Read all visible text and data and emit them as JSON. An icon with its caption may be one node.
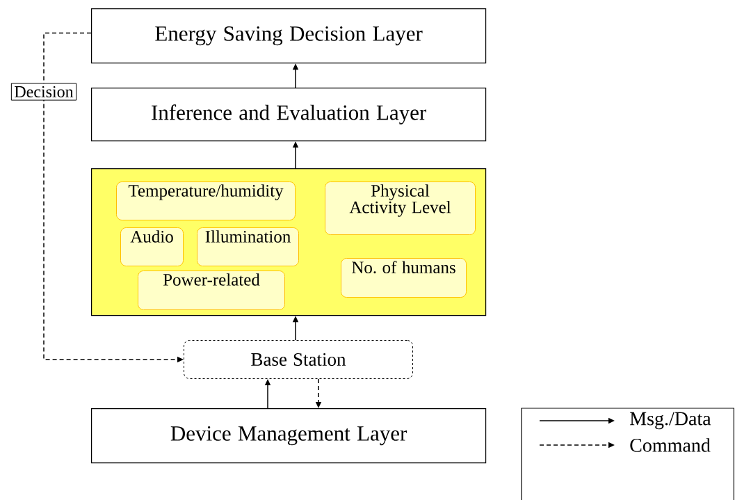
{
  "diagram": {
    "nodes": [
      {
        "text": [
          "Energy Saving Decision Layer"
        ]
      },
      {
        "text": [
          "Inference and Evaluation Layer"
        ]
      },
      {
        "text": [],
        "shape": "box"
      },
      {
        "text": [
          "Temperature/humidity"
        ],
        "in": 2
      },
      {
        "text": [
          "Physical Activity Level"
        ],
        "in": 2
      },
      {
        "text": [
          "Audio"
        ],
        "in": 2
      },
      {
        "text": [
          "Illumination"
        ],
        "in": 2
      },
      {
        "text": [
          "Power-related"
        ],
        "in": 2
      },
      {
        "text": [
          "No. of humans"
        ],
        "in": 2
      },
      {
        "text": [
          "Base Station"
        ]
      },
      {
        "text": [
          "Device Management Layer"
        ]
      }
    ],
    "edges": [
      {
        "from": 1,
        "to": 0,
        "arrow": "to"
      },
      {
        "from": 2,
        "to": 1,
        "arrow": "to"
      },
      {
        "from": 9,
        "to": 2,
        "arrow": "to"
      },
      {
        "from": 10,
        "to": 9,
        "arrow": "to"
      },
      {
        "from": 9,
        "to": 10,
        "arrow": "to",
        "style": "dashed"
      },
      {
        "from": 0,
        "to": 9,
        "arrow": "to",
        "style": "dashed",
        "label": "Decision"
      }
    ],
    "legend": [
      {
        "text": "Msg./Data"
      },
      {
        "text": "Command"
      }
    ]
  }
}
